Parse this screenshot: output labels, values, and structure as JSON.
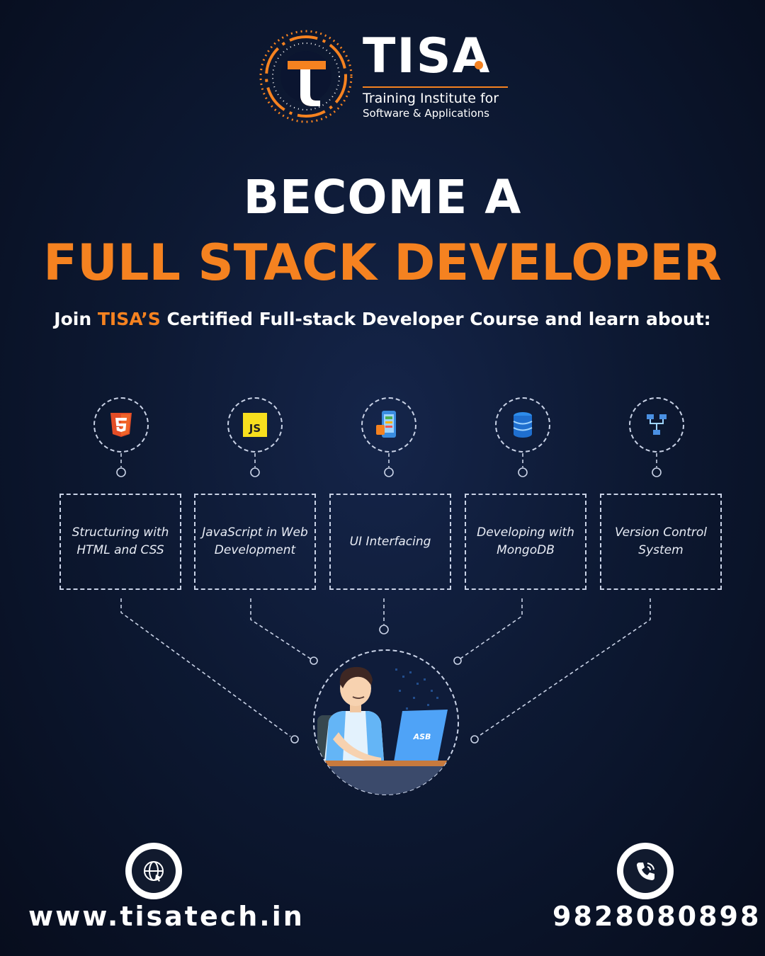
{
  "brand": {
    "name": "TISA",
    "tagline_line1": "Training Institute for",
    "tagline_line2": "Software & Applications",
    "accent_color": "#f58220"
  },
  "headline": {
    "line1": "BECOME A",
    "line2": "FULL STACK DEVELOPER"
  },
  "subline": {
    "prefix": "Join ",
    "highlight": "TISA’S",
    "suffix": " Certified Full-stack Developer Course and learn about:"
  },
  "topics": [
    {
      "icon": "html5-icon",
      "line1": "Structuring with",
      "line2": "HTML and CSS"
    },
    {
      "icon": "javascript-icon",
      "line1": "JavaScript in Web",
      "line2": "Development"
    },
    {
      "icon": "mobile-ui-icon",
      "line1": "UI Interfacing",
      "line2": ""
    },
    {
      "icon": "database-icon",
      "line1": "Developing with",
      "line2": "MongoDB"
    },
    {
      "icon": "version-control-icon",
      "line1": "Version Control",
      "line2": "System"
    }
  ],
  "illustration": {
    "laptop_text": "ASB"
  },
  "contact": {
    "website": "www.tisatech.in",
    "phone": "9828080898",
    "website_icon": "globe-icon",
    "phone_icon": "phone-icon"
  }
}
